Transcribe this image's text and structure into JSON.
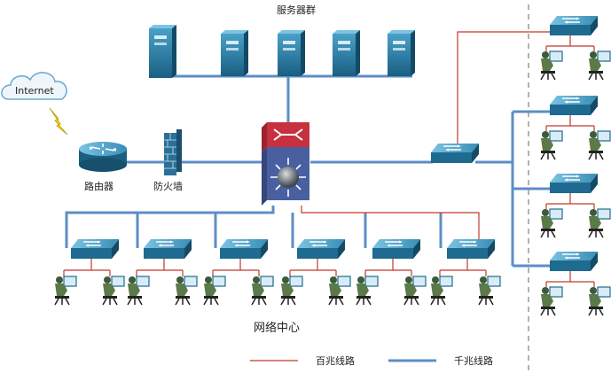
{
  "labels": {
    "server_group": "服务器群",
    "internet": "Internet",
    "router": "路由器",
    "firewall": "防火墙",
    "network_center": "网络中心"
  },
  "legend": {
    "hundred_mbps": "百兆线路",
    "gigabit": "千兆线路"
  },
  "colors": {
    "gigabit_line": "#5b8ec6",
    "hundred_line": "#c0392b",
    "device_blue": "#1f6f96",
    "device_dark": "#17506d"
  },
  "icons": [
    "cloud-icon",
    "lightning-icon",
    "router-icon",
    "firewall-icon",
    "server-icon",
    "core-switch-icon",
    "switch-icon",
    "workstation-icon"
  ]
}
